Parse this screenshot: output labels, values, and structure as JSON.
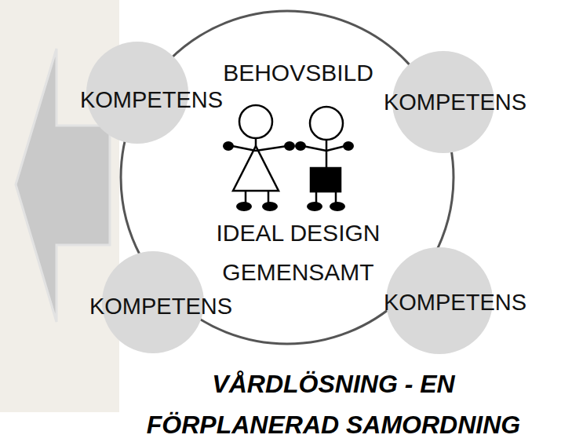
{
  "diagram": {
    "caption": "VÅRDLÖSNING - EN FÖRPLANERAD SAMORDNING",
    "nodes": [
      {
        "text": [
          "BEHOVSBILD",
          "IDEAL DESIGN GEMENSAMT"
        ]
      },
      {
        "text": [
          "KOMPETENS"
        ]
      },
      {
        "text": [
          "KOMPETENS"
        ]
      },
      {
        "text": [
          "KOMPETENS"
        ]
      },
      {
        "text": [
          "KOMPETENS"
        ]
      }
    ]
  }
}
